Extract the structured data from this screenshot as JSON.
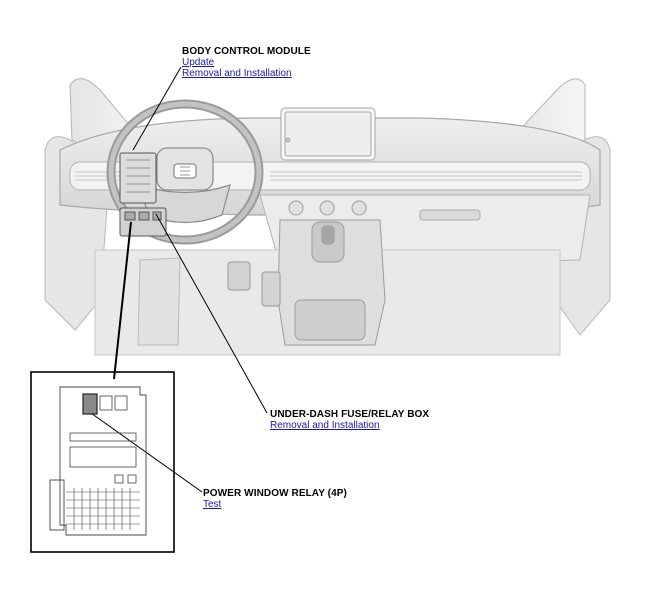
{
  "callouts": {
    "bcm": {
      "title": "BODY CONTROL MODULE",
      "links": [
        "Update",
        "Removal and Installation"
      ]
    },
    "underdash": {
      "title": "UNDER-DASH FUSE/RELAY BOX",
      "links": [
        "Removal and Installation"
      ]
    },
    "relay": {
      "title": "POWER WINDOW RELAY (4P)",
      "links": [
        "Test"
      ]
    }
  },
  "colors": {
    "link": "#1a1aa6",
    "leader_line": "#000000",
    "highlight_relay": "#8a8a8a"
  }
}
